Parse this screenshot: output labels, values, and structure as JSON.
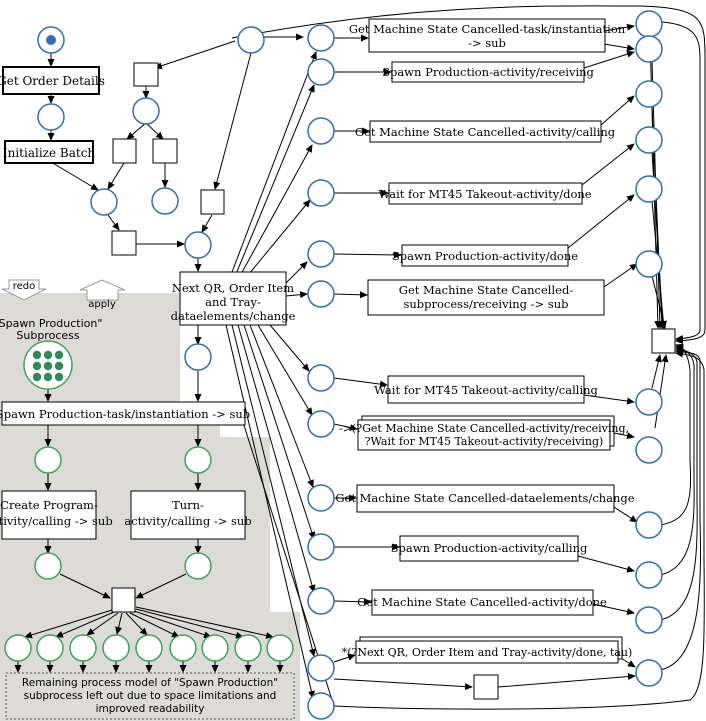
{
  "main_tasks": {
    "get_order_details": "Get Order Details",
    "initialize_batch": "Initialize Batch",
    "next_qr": [
      "Next QR, Order Item",
      "and Tray-",
      "dataelements/change"
    ]
  },
  "branch_tasks": {
    "b1": [
      "Get Machine State Cancelled-task/instantiation",
      "-> sub"
    ],
    "b2": "Spawn Production-activity/receiving",
    "b3": "Get Machine State Cancelled-activity/calling",
    "b4": "Wait for MT45 Takeout-activity/done",
    "b5": "Spawn Production-activity/done",
    "b6": [
      "Get Machine State Cancelled-",
      "subprocess/receiving -> sub"
    ],
    "b7": "Wait for MT45 Takeout-activity/calling",
    "b8": [
      "->(?Get Machine State Cancelled-activity/receiving,",
      "?Wait for MT45 Takeout-activity/receiving)"
    ],
    "b9": "Get Machine State Cancelled-dataelements/change",
    "b10": "Spawn Production-activity/calling",
    "b11": "Get Machine State Cancelled-activity/done",
    "b12": "*(?Next QR, Order Item and Tray-activity/done, tau)"
  },
  "subprocess": {
    "redo_label": "redo",
    "apply_label": "apply",
    "title": [
      "\"Spawn Production\"",
      "Subprocess"
    ],
    "instantiation": "Spawn Production-task/instantiation -> sub",
    "create_program": [
      "Create Program-",
      "activity/calling -> sub"
    ],
    "turn": [
      "Turn-",
      "activity/calling -> sub"
    ],
    "note": [
      "Remaining process model of \"Spawn Production\"",
      "subprocess left out due to space limitations and",
      "improved readability"
    ]
  },
  "colors": {
    "place_stroke": "#2f6db5",
    "sub_place_stroke": "#3fa35a",
    "sub_token": "#2e8b57",
    "start_token": "#2f6db5",
    "sub_bg": "#dddbd6"
  }
}
